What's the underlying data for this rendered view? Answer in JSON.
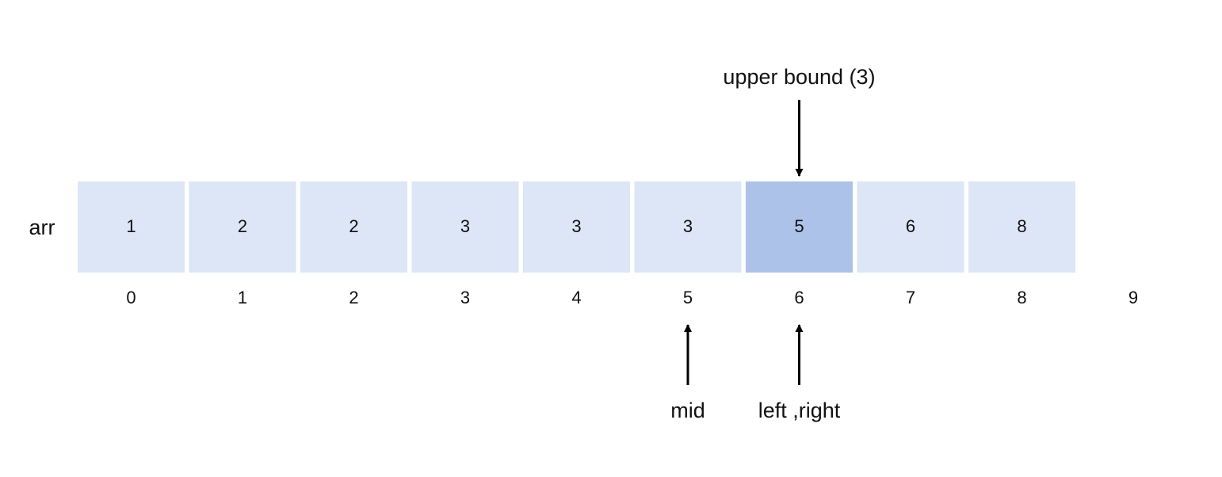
{
  "array": {
    "name": "arr",
    "values": [
      "1",
      "2",
      "2",
      "3",
      "3",
      "3",
      "5",
      "6",
      "8",
      ""
    ],
    "indices": [
      "0",
      "1",
      "2",
      "3",
      "4",
      "5",
      "6",
      "7",
      "8",
      "9"
    ],
    "highlighted_index": 6,
    "empty_index": 9
  },
  "pointers": {
    "upper_bound": {
      "label": "upper bound (3)",
      "index": 6
    },
    "mid": {
      "label": "mid",
      "index": 5
    },
    "left_right": {
      "label": "left ,right",
      "index": 6
    }
  },
  "colors": {
    "cell_fill": "#dce6f7",
    "highlight_fill": "#adc2e8",
    "empty_border": "#666666",
    "arrow": "#000000"
  }
}
